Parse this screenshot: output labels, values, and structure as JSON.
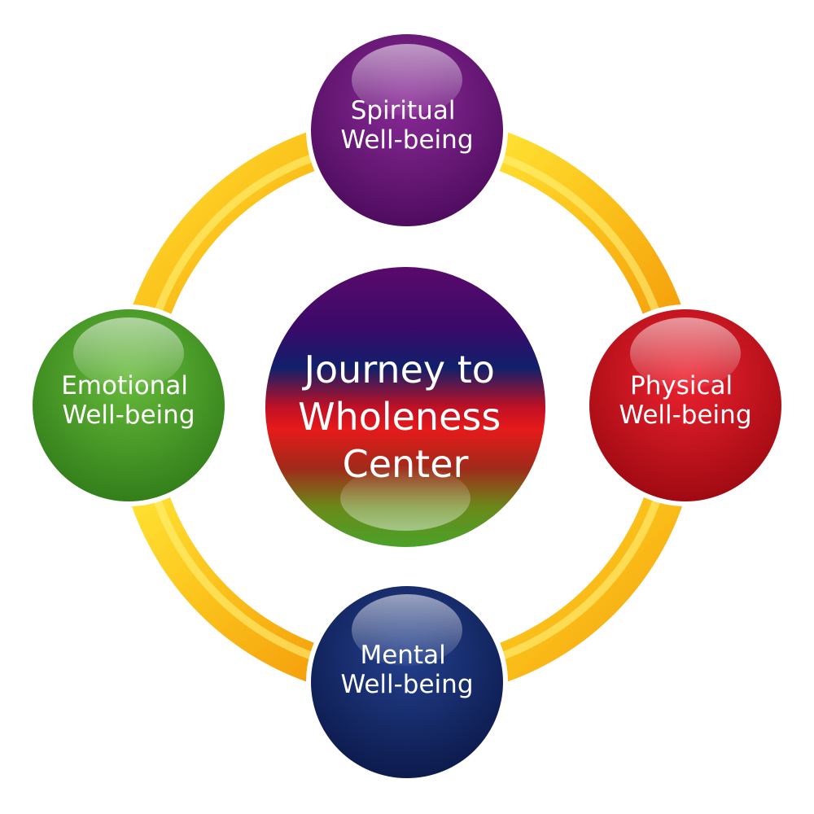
{
  "center": {
    "lines": [
      "Journey to",
      "Wholeness",
      "Center"
    ]
  },
  "nodes": [
    {
      "id": "spiritual",
      "lines": [
        "Spiritual",
        "Well-being"
      ],
      "color": "#6a1a7a",
      "colorDark": "#4a0a5a"
    },
    {
      "id": "physical",
      "lines": [
        "Physical",
        "Well-being"
      ],
      "color": "#d40f1c",
      "colorDark": "#9a0810"
    },
    {
      "id": "mental",
      "lines": [
        "Mental",
        "Well-being"
      ],
      "color": "#13286b",
      "colorDark": "#0b1848"
    },
    {
      "id": "emotional",
      "lines": [
        "Emotional",
        "Well-being"
      ],
      "color": "#4aa22a",
      "colorDark": "#2f7a18"
    }
  ],
  "ring": {
    "colorLight": "#ffe233",
    "colorDark": "#f5a00c"
  }
}
